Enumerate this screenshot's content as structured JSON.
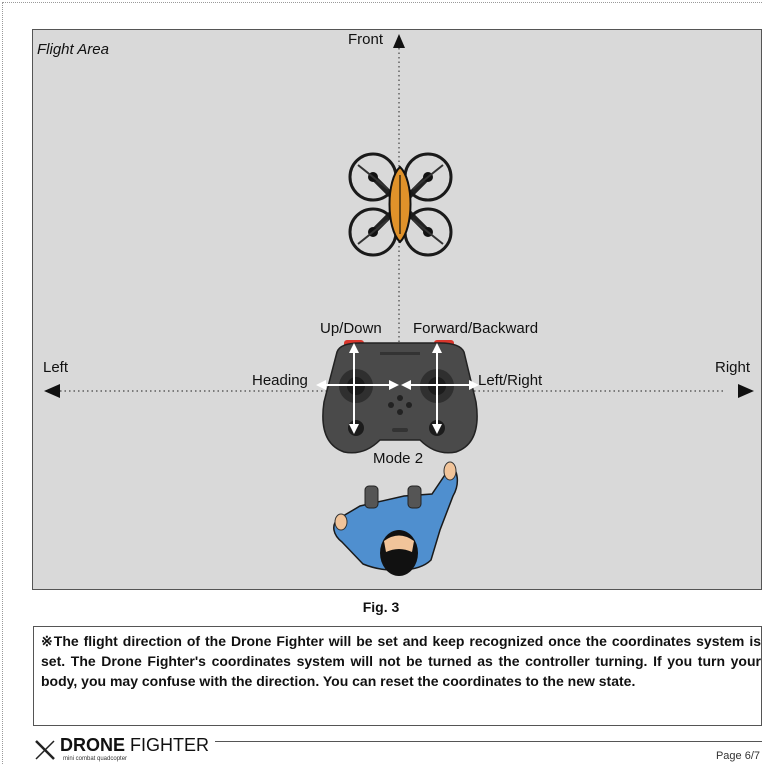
{
  "figure": {
    "area_label": "Flight Area",
    "front_label": "Front",
    "left_label": "Left",
    "right_label": "Right",
    "heading_label": "Heading",
    "left_right_label": "Left/Right",
    "up_down_label": "Up/Down",
    "forward_backward_label": "Forward/Backward",
    "mode_label": "Mode 2",
    "caption": "Fig. 3"
  },
  "note": {
    "text": "※The flight direction of the Drone Fighter will be set and keep recognized once the coordinates system is set. The Drone Fighter's coordinates system will not be turned as the controller turning. If you turn your body, you may confuse with the direction. You can reset the coordinates to the new state."
  },
  "footer": {
    "brand_bold": "DRONE",
    "brand_light": "FIGHTER",
    "brand_sub": "mini combat quadcopter",
    "page": "Page 6/7"
  }
}
